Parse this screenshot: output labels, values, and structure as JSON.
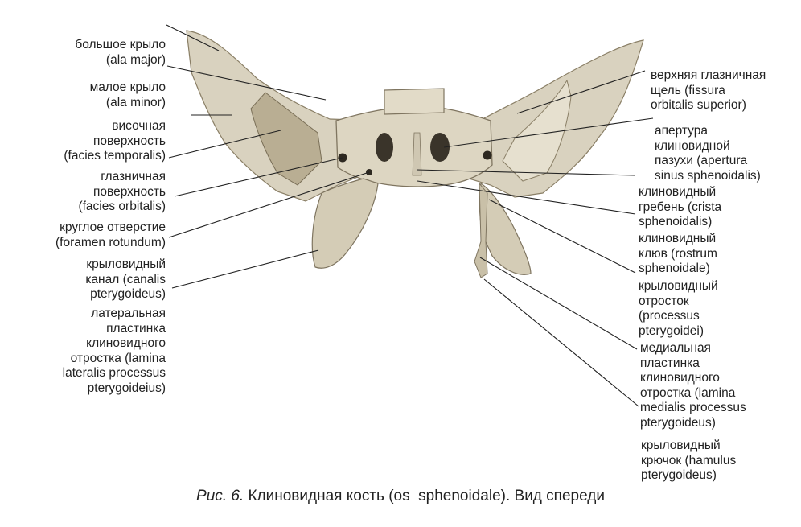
{
  "labels_left": [
    {
      "id": "ala-major",
      "lines": [
        "большое крыло",
        "(ala major)"
      ]
    },
    {
      "id": "ala-minor",
      "lines": [
        "малое крыло",
        "(ala minor)"
      ]
    },
    {
      "id": "facies-temporalis",
      "lines": [
        "височная",
        "поверхность",
        "(facies temporalis)"
      ]
    },
    {
      "id": "facies-orbitalis",
      "lines": [
        "глазничная",
        "поверхность",
        "(facies orbitalis)"
      ]
    },
    {
      "id": "foramen-rotundum",
      "lines": [
        "круглое отверстие",
        "(foramen rotundum)"
      ]
    },
    {
      "id": "canalis-pterygoideus",
      "lines": [
        "крыловидный",
        "канал (canalis",
        "pterygoideus)"
      ]
    },
    {
      "id": "lamina-lateralis",
      "lines": [
        "латеральная",
        "пластинка",
        "клиновидного",
        "отростка (lamina",
        "lateralis processus",
        "pterygoideius)"
      ]
    }
  ],
  "labels_right": [
    {
      "id": "fissura-orbitalis",
      "lines": [
        "верхняя глазничная",
        "щель (fissura",
        "orbitalis superior)"
      ]
    },
    {
      "id": "apertura-sinus",
      "lines": [
        "апертура",
        "клиновидной",
        "пазухи (apertura",
        "sinus sphenoidalis)"
      ]
    },
    {
      "id": "crista-sphenoidalis",
      "lines": [
        "клиновидный",
        "гребень (crista",
        "sphenoidalis)"
      ]
    },
    {
      "id": "rostrum-sphenoidale",
      "lines": [
        "клиновидный",
        "клюв (rostrum",
        "sphenoidale)"
      ]
    },
    {
      "id": "processus-pterygoidei",
      "lines": [
        "крыловидный",
        "отросток",
        "(processus",
        "pterygoidei)"
      ]
    },
    {
      "id": "lamina-medialis",
      "lines": [
        "медиальная",
        "пластинка",
        "клиновидного",
        "отростка (lamina",
        "medialis processus",
        "pterygoideus)"
      ]
    },
    {
      "id": "hamulus-pterygoideus",
      "lines": [
        "крыловидный",
        "крючок (hamulus",
        "pterygoideus)"
      ]
    }
  ],
  "caption": {
    "prefix": "Рис. 6.",
    "text": "Клиновидная кость (os  sphenoidale). Вид спереди"
  }
}
